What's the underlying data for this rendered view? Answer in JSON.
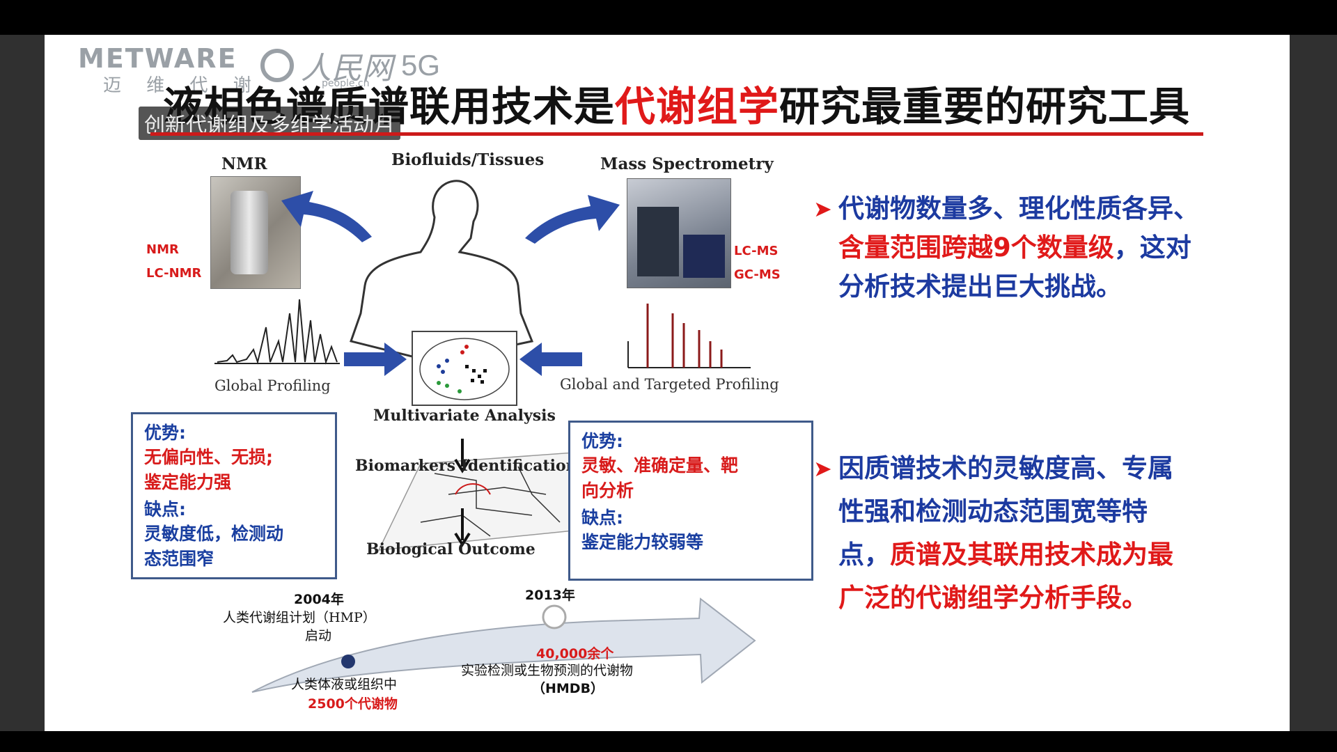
{
  "watermark": {
    "logo_main": "METWARE",
    "logo_sub": "迈 维 代 谢",
    "people_daily": "人民网",
    "people_daily_5g": "5G",
    "people_daily_domain": "people.cn",
    "subtitle_badge": "创新代谢组及多组学活动月"
  },
  "title": {
    "part1": "液相色谱质谱联用技术是",
    "highlight": "代谢组学",
    "part2": "研究最重要的研究工具"
  },
  "diagram": {
    "nmr_label": "NMR",
    "bio_label": "Biofluids/Tissues",
    "ms_label": "Mass Spectrometry",
    "nmr_methods": [
      "NMR",
      "LC-NMR"
    ],
    "ms_methods": [
      "LC-MS",
      "GC-MS"
    ],
    "global_profiling": "Global Profiling",
    "global_targeted": "Global and Targeted Profiling",
    "multivariate": "Multivariate Analysis",
    "biomarkers": "Biomarkers Identification",
    "outcome": "Biological Outcome"
  },
  "nmr_box": {
    "adv_title": "优势:",
    "adv_lines": [
      "无偏向性、无损;",
      "鉴定能力强"
    ],
    "dis_title": "缺点:",
    "dis_lines": [
      "灵敏度低，检测动",
      "态范围窄"
    ]
  },
  "ms_box": {
    "adv_title": "优势:",
    "adv_lines": [
      "灵敏、准确定量、靶",
      "向分析"
    ],
    "dis_title": "缺点:",
    "dis_lines": [
      "鉴定能力较弱等"
    ]
  },
  "timeline": {
    "year1": "2004年",
    "event1_line1": "人类代谢组计划（HMP）",
    "event1_line2": "启动",
    "body_fluid": "人类体液或组织中",
    "body_count": "2500个代谢物",
    "year2": "2013年",
    "count2": "40,000余个",
    "desc2": "实验检测或生物预测的代谢物",
    "hmdb": "（HMDB）"
  },
  "bullets": {
    "b1_part1": "代谢物数量多、理化性质各异、",
    "b1_red": "含量范围跨越9个数量级",
    "b1_part2": "，这对分析技术提出巨大挑战。",
    "b2_part1": "因质谱技术的灵敏度高、专属性强和检测动态范围宽等特点，",
    "b2_red": "质谱及其联用技术成为最广泛的",
    "b2_part2": "代谢组学分析手段。"
  }
}
